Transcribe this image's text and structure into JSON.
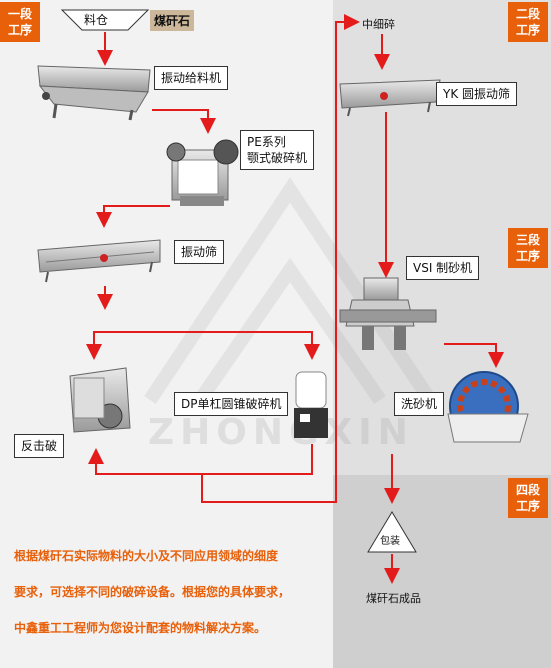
{
  "stages": [
    {
      "line1": "一段",
      "line2": "工序"
    },
    {
      "line1": "二段",
      "line2": "工序"
    },
    {
      "line1": "三段",
      "line2": "工序"
    },
    {
      "line1": "四段",
      "line2": "工序"
    }
  ],
  "hopper": {
    "label": "料仓",
    "material": "煤矸石"
  },
  "equipment": {
    "vibrating_feeder": "振动给料机",
    "jaw_crusher_line1": "PE系列",
    "jaw_crusher_line2": "颚式破碎机",
    "vibrating_screen": "振动筛",
    "impact_crusher": "反击破",
    "cone_crusher": "DP单杠圆锥破碎机",
    "medium_fine": "中细碎",
    "yk_screen": "YK 圆振动筛",
    "vsi_sand_maker": "VSI 制砂机",
    "sand_washer": "洗砂机"
  },
  "packaging": "包装",
  "final_product": "煤矸石成品",
  "note_lines": [
    "根据煤矸石实际物料的大小及不同应用领域的细度",
    "要求，可选择不同的破碎设备。根据您的具体要求，",
    "中鑫重工工程师为您设计配套的物料解决方案。"
  ],
  "watermark": "ZHONGXIN",
  "colors": {
    "accent": "#e8600a",
    "arrow": "#e41b1b",
    "left_panel": "#f2f2f2",
    "right_panel": "#e0e0e0"
  }
}
